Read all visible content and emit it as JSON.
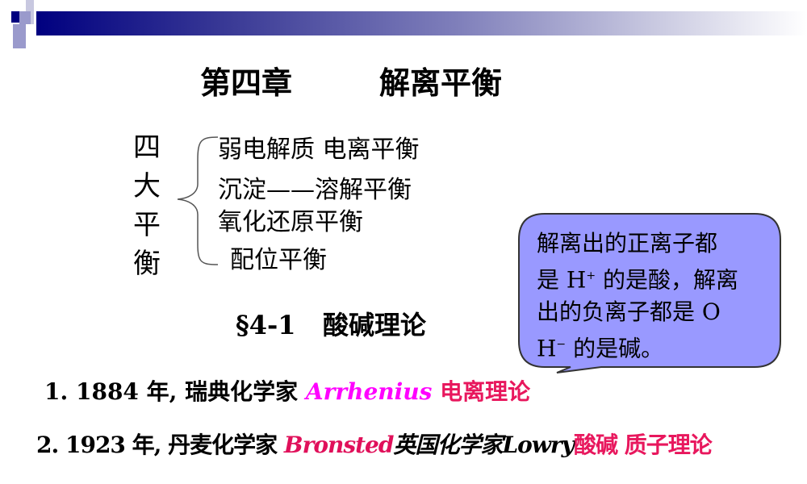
{
  "header": {
    "accent_color": "#000080"
  },
  "title": {
    "chapter": "第四章",
    "name": "解离平衡"
  },
  "four_equilibria": {
    "label_chars": [
      "四",
      "大",
      "平",
      "衡"
    ],
    "items": [
      "弱电解质  电离平衡",
      "沉淀——溶解平衡",
      "氧化还原平衡",
      "配位平衡"
    ]
  },
  "section": {
    "number": "§4-1",
    "title": "酸碱理论"
  },
  "callout": {
    "lines": [
      "解离出的正离子都",
      "是 H",
      "的是酸，解离",
      "出的负离子都是 O",
      "H",
      "的是碱。"
    ],
    "sup_plus": "+",
    "sup_minus": "−",
    "fill": "#9999ff"
  },
  "history": [
    {
      "prefix": "1. 1884 年, 瑞典化学家 ",
      "name": "Arrhenius",
      "theory": " 电离理论",
      "name_color": "#ff00ff",
      "theory_color": "#e8175d"
    },
    {
      "prefix": "2. 1923 年, 丹麦化学家 ",
      "name": "Bronsted",
      "middle": "英国化学家Lowry",
      "theory": "酸碱 质子理论",
      "name_color": "#e0105a",
      "theory_color": "#e8175d"
    }
  ]
}
